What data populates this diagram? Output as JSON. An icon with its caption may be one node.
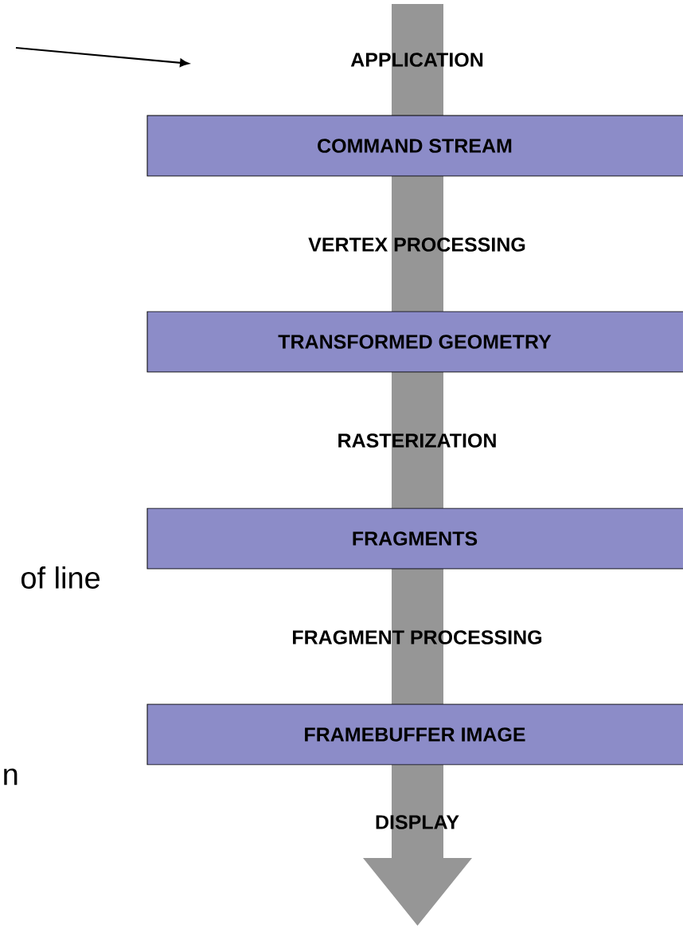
{
  "diagram": {
    "nodes": [
      {
        "text": [
          "APPLICATION"
        ]
      },
      {
        "text": [
          "COMMAND STREAM"
        ]
      },
      {
        "text": [
          "VERTEX PROCESSING"
        ]
      },
      {
        "text": [
          "TRANSFORMED GEOMETRY"
        ]
      },
      {
        "text": [
          "RASTERIZATION"
        ]
      },
      {
        "text": [
          "FRAGMENTS"
        ]
      },
      {
        "text": [
          "FRAGMENT PROCESSING"
        ]
      },
      {
        "text": [
          "FRAMEBUFFER IMAGE"
        ]
      },
      {
        "text": [
          "DISPLAY"
        ]
      }
    ],
    "labels": [
      "of line",
      "n"
    ]
  }
}
